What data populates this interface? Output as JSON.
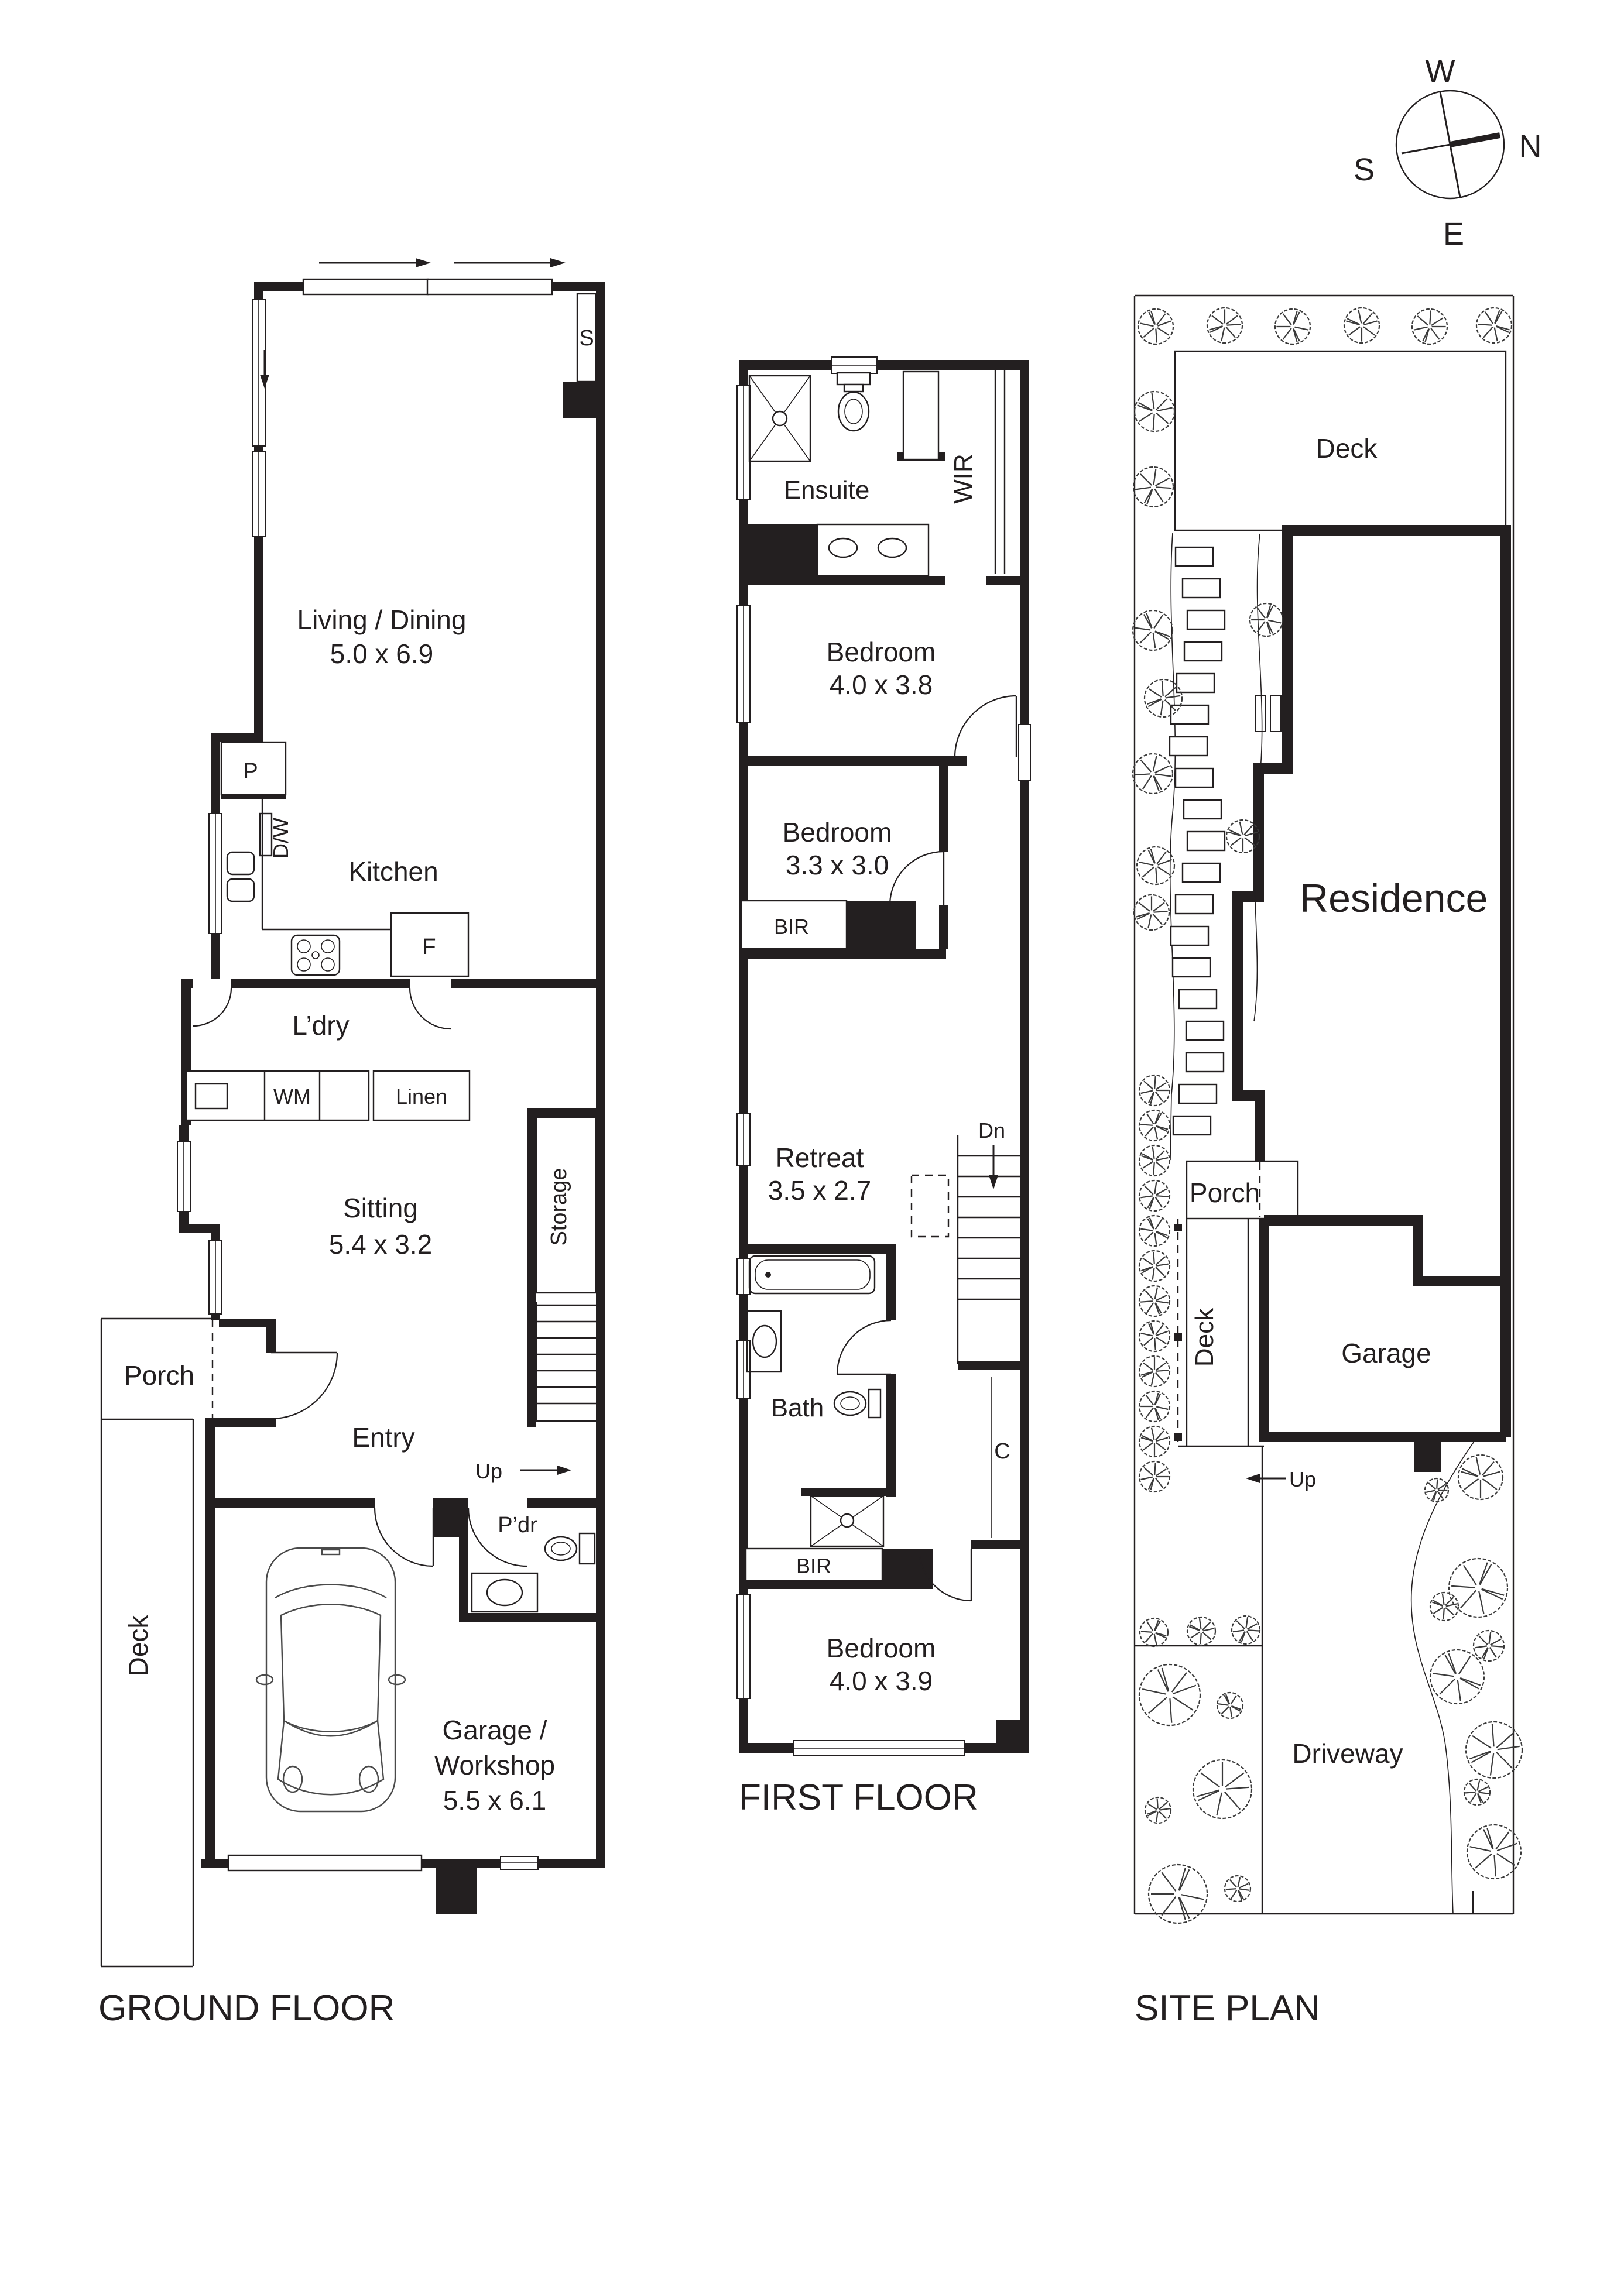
{
  "ink": "#231f20",
  "compass": {
    "west": "W",
    "north": "N",
    "south": "S",
    "east": "E"
  },
  "ground_floor": {
    "title": "GROUND FLOOR",
    "living_name": "Living / Dining",
    "living_dims": "5.0 x 6.9",
    "s": "S",
    "p": "P",
    "dw": "D/W",
    "kitchen": "Kitchen",
    "f": "F",
    "ldry": "L’dry",
    "wm": "WM",
    "linen": "Linen",
    "sitting_name": "Sitting",
    "sitting_dims": "5.4 x 3.2",
    "storage": "Storage",
    "porch": "Porch",
    "entry": "Entry",
    "up": "Up",
    "pdr": "P’dr",
    "deck": "Deck",
    "garage_line1": "Garage /",
    "garage_line2": "Workshop",
    "garage_dims": "5.5 x 6.1"
  },
  "first_floor": {
    "title": "FIRST FLOOR",
    "ensuite": "Ensuite",
    "wir": "WIR",
    "bed1_name": "Bedroom",
    "bed1_dims": "4.0 x 3.8",
    "bed2_name": "Bedroom",
    "bed2_dims": "3.3 x 3.0",
    "bir1": "BIR",
    "retreat_name": "Retreat",
    "retreat_dims": "3.5 x 2.7",
    "dn": "Dn",
    "bath": "Bath",
    "c": "C",
    "bir2": "BIR",
    "bed3_name": "Bedroom",
    "bed3_dims": "4.0 x 3.9"
  },
  "site_plan": {
    "title": "SITE PLAN",
    "deck_top": "Deck",
    "residence": "Residence",
    "porch": "Porch",
    "deck_side": "Deck",
    "garage": "Garage",
    "up": "Up",
    "driveway": "Driveway",
    "trees": [
      [
        1974,
        558,
        30
      ],
      [
        2092,
        556,
        30
      ],
      [
        2208,
        558,
        30
      ],
      [
        2326,
        556,
        30
      ],
      [
        2442,
        558,
        30
      ],
      [
        2552,
        556,
        30
      ],
      [
        1972,
        703,
        34
      ],
      [
        1970,
        832,
        34
      ],
      [
        1969,
        1077,
        34
      ],
      [
        1987,
        1193,
        32
      ],
      [
        1969,
        1322,
        34
      ],
      [
        1974,
        1479,
        32
      ],
      [
        1967,
        1559,
        30
      ],
      [
        2163,
        1059,
        28
      ],
      [
        2123,
        1429,
        28
      ],
      [
        1972,
        1863,
        26
      ],
      [
        1972,
        1923,
        26
      ],
      [
        1972,
        1983,
        26
      ],
      [
        1972,
        2043,
        26
      ],
      [
        1972,
        2103,
        26
      ],
      [
        1972,
        2163,
        26
      ],
      [
        1972,
        2223,
        26
      ],
      [
        1972,
        2283,
        26
      ],
      [
        1972,
        2343,
        26
      ],
      [
        1972,
        2403,
        26
      ],
      [
        1972,
        2463,
        26
      ],
      [
        1972,
        2523,
        26
      ],
      [
        1971,
        2789,
        24
      ],
      [
        2052,
        2787,
        24
      ],
      [
        2128,
        2785,
        24
      ],
      [
        2101,
        2914,
        22
      ],
      [
        1978,
        3093,
        22
      ],
      [
        2114,
        3227,
        22
      ],
      [
        1998,
        2896,
        52
      ],
      [
        2088,
        3057,
        50
      ],
      [
        2012,
        3236,
        50
      ],
      [
        2529,
        2524,
        38
      ],
      [
        2454,
        2546,
        20
      ],
      [
        2525,
        2713,
        50
      ],
      [
        2467,
        2745,
        24
      ],
      [
        2543,
        2812,
        26
      ],
      [
        2489,
        2865,
        46
      ],
      [
        2552,
        2990,
        48
      ],
      [
        2523,
        3062,
        22
      ],
      [
        2552,
        3164,
        46
      ]
    ],
    "stones": [
      [
        2040,
        935
      ],
      [
        2052,
        989
      ],
      [
        2060,
        1043
      ],
      [
        2055,
        1097
      ],
      [
        2042,
        1151
      ],
      [
        2032,
        1205
      ],
      [
        2030,
        1259
      ],
      [
        2040,
        1313
      ],
      [
        2054,
        1367
      ],
      [
        2060,
        1421
      ],
      [
        2052,
        1475
      ],
      [
        2040,
        1529
      ],
      [
        2032,
        1583
      ],
      [
        2035,
        1637
      ],
      [
        2046,
        1691
      ],
      [
        2058,
        1745
      ],
      [
        2058,
        1799
      ],
      [
        2046,
        1853
      ],
      [
        2036,
        1907
      ]
    ]
  }
}
